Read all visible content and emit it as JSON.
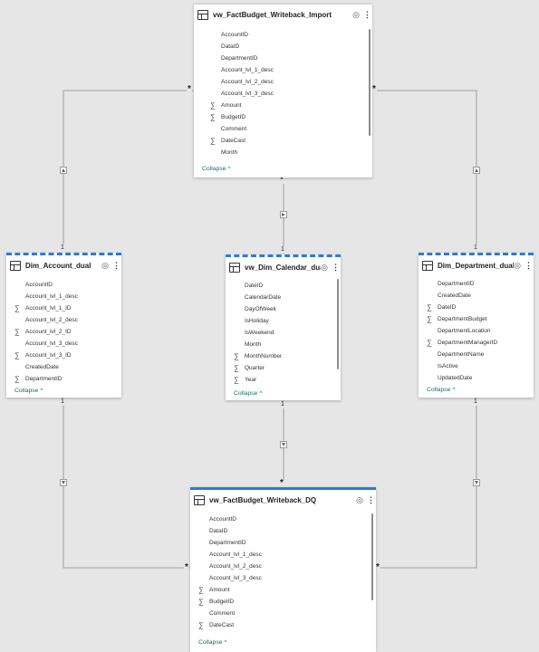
{
  "tables": {
    "import": {
      "title": "vw_FactBudget_Writeback_Import",
      "fields": [
        {
          "name": "AccountID",
          "sum": false
        },
        {
          "name": "DataID",
          "sum": false
        },
        {
          "name": "DepartmentID",
          "sum": false
        },
        {
          "name": "Account_lvl_1_desc",
          "sum": false
        },
        {
          "name": "Account_lvl_2_desc",
          "sum": false
        },
        {
          "name": "Account_lvl_3_desc",
          "sum": false
        },
        {
          "name": "Amount",
          "sum": true
        },
        {
          "name": "BudgetID",
          "sum": true
        },
        {
          "name": "Comment",
          "sum": false
        },
        {
          "name": "DateCast",
          "sum": true
        },
        {
          "name": "Month",
          "sum": false
        }
      ],
      "collapse": "Collapse ^"
    },
    "account": {
      "title": "Dim_Account_dual",
      "fields": [
        {
          "name": "AccountID",
          "sum": false
        },
        {
          "name": "Account_lvl_1_desc",
          "sum": false
        },
        {
          "name": "Account_lvl_1_ID",
          "sum": true
        },
        {
          "name": "Account_lvl_2_desc",
          "sum": false
        },
        {
          "name": "Account_lvl_2_ID",
          "sum": true
        },
        {
          "name": "Account_lvl_3_desc",
          "sum": false
        },
        {
          "name": "Account_lvl_3_ID",
          "sum": true
        },
        {
          "name": "CreatedDate",
          "sum": false
        },
        {
          "name": "DepartmentID",
          "sum": true
        }
      ],
      "collapse": "Collapse ^"
    },
    "calendar": {
      "title": "vw_Dim_Calendar_dual",
      "fields": [
        {
          "name": "DateID",
          "sum": false
        },
        {
          "name": "CalendarDate",
          "sum": false
        },
        {
          "name": "DayOfWeek",
          "sum": false
        },
        {
          "name": "IsHoliday",
          "sum": false
        },
        {
          "name": "IsWeekend",
          "sum": false
        },
        {
          "name": "Month",
          "sum": false
        },
        {
          "name": "MonthNumber",
          "sum": true
        },
        {
          "name": "Quarter",
          "sum": true
        },
        {
          "name": "Year",
          "sum": true
        }
      ],
      "collapse": "Collapse ^"
    },
    "department": {
      "title": "Dim_Department_dual",
      "fields": [
        {
          "name": "DepartmentID",
          "sum": false
        },
        {
          "name": "CreatedDate",
          "sum": false
        },
        {
          "name": "DateID",
          "sum": true
        },
        {
          "name": "DepartmentBudget",
          "sum": true
        },
        {
          "name": "DepartmentLocation",
          "sum": false
        },
        {
          "name": "DepartmentManagerID",
          "sum": true
        },
        {
          "name": "DepartmentName",
          "sum": false
        },
        {
          "name": "IsActive",
          "sum": false
        },
        {
          "name": "UpdatedDate",
          "sum": false
        }
      ],
      "collapse": "Collapse ^"
    },
    "dq": {
      "title": "vw_FactBudget_Writeback_DQ",
      "fields": [
        {
          "name": "AccountID",
          "sum": false
        },
        {
          "name": "DataID",
          "sum": false
        },
        {
          "name": "DepartmentID",
          "sum": false
        },
        {
          "name": "Account_lvl_1_desc",
          "sum": false
        },
        {
          "name": "Account_lvl_2_desc",
          "sum": false
        },
        {
          "name": "Account_lvl_3_desc",
          "sum": false
        },
        {
          "name": "Amount",
          "sum": true
        },
        {
          "name": "BudgetID",
          "sum": true
        },
        {
          "name": "Comment",
          "sum": false
        },
        {
          "name": "DateCast",
          "sum": true
        }
      ],
      "collapse": "Collapse ^"
    }
  },
  "symbols": {
    "sigma": "∑",
    "many": "*",
    "one": "1",
    "eye": "◎",
    "more": "⋮"
  },
  "colors": {
    "accent": "#2b7bd6",
    "collapse": "#1b6b63",
    "canvas": "#e6e6e6",
    "line": "#9e9e9e"
  }
}
